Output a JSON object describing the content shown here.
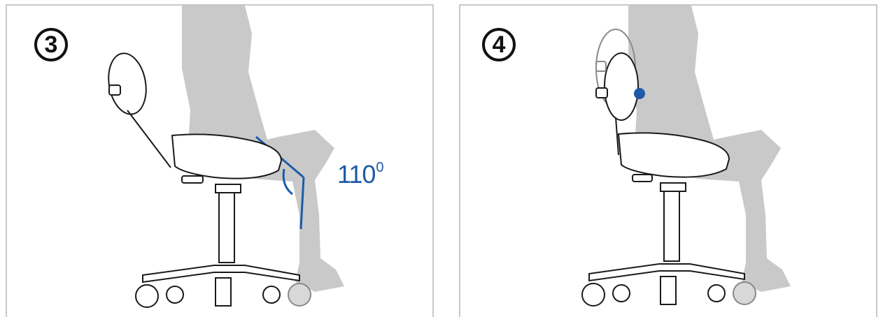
{
  "panels": [
    {
      "step": "3",
      "angle_value": "110",
      "angle_unit": "0"
    },
    {
      "step": "4"
    }
  ],
  "colors": {
    "accent": "#1e5aa8",
    "figure": "#c9c9c9",
    "outline": "#1a1a1a",
    "border": "#c8c8c8"
  },
  "icons": [
    "circled-step-3-icon",
    "circled-step-4-icon",
    "support-point-marker-icon"
  ]
}
